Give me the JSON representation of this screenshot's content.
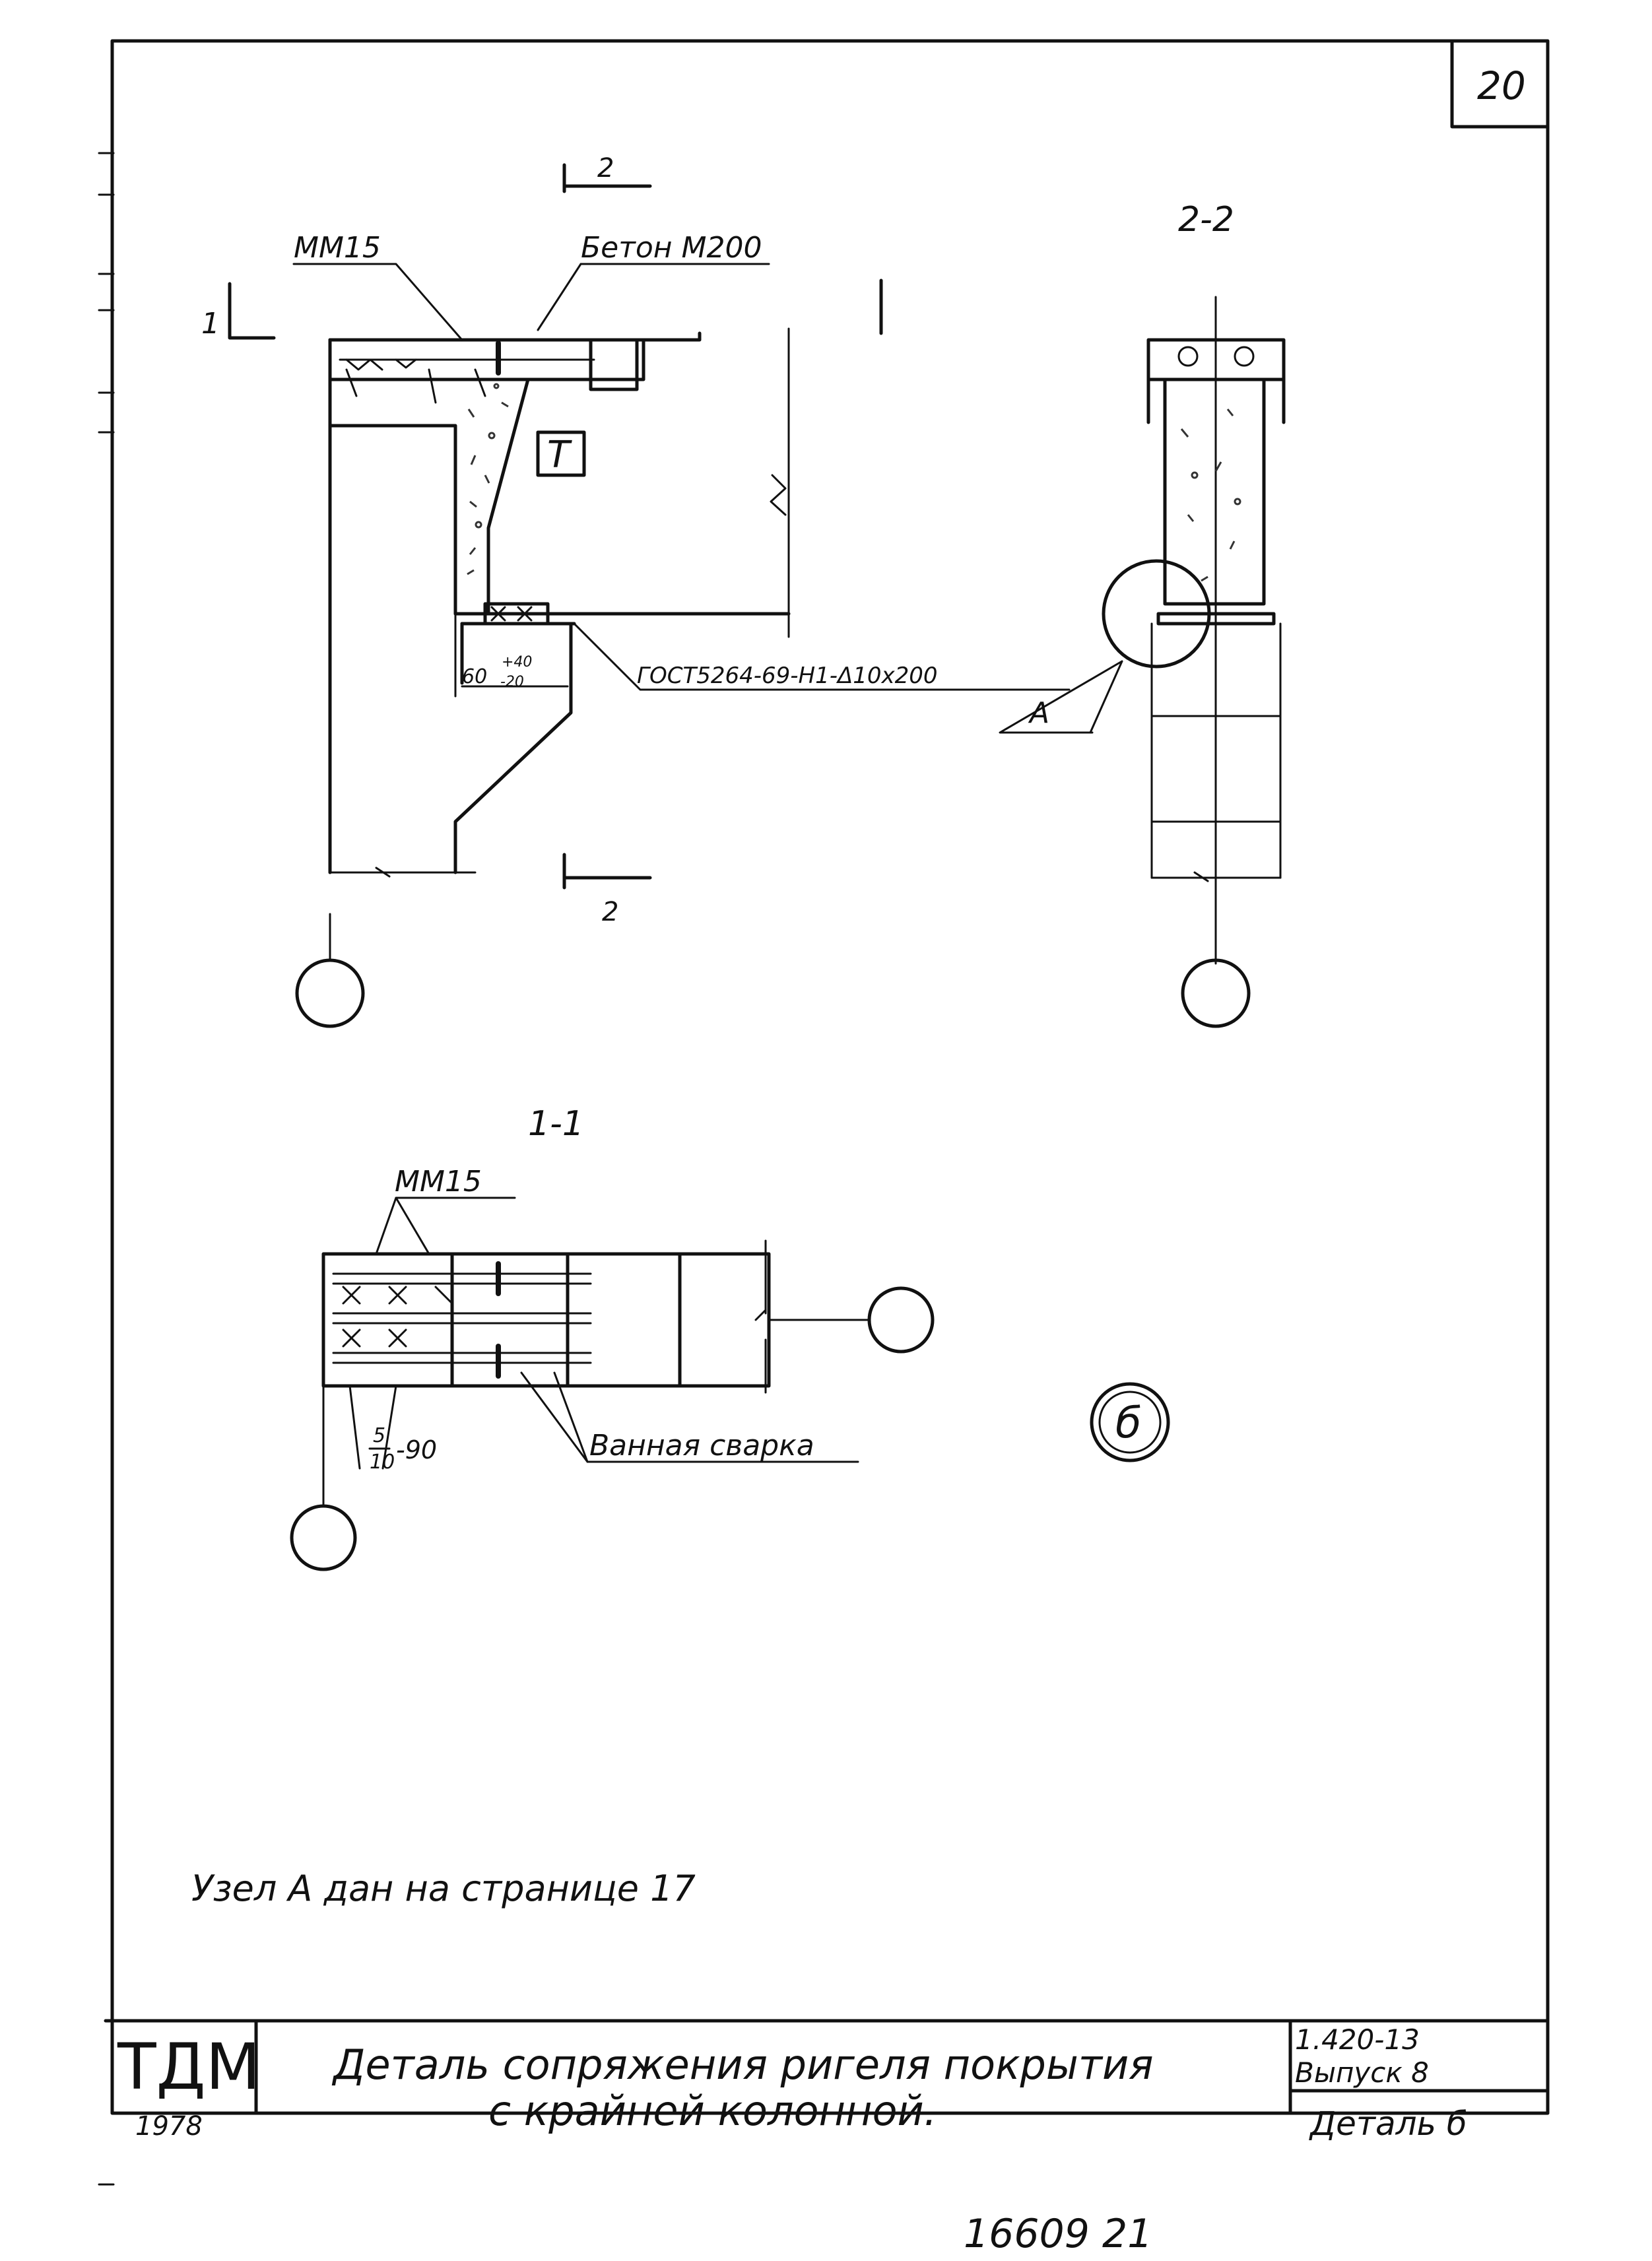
{
  "sheet": {
    "page_number": "20",
    "archive_number": "16609  21"
  },
  "section_labels": {
    "cut_2_top": "2",
    "cut_2_bottom": "2",
    "cut_1_left": "1",
    "view_2_2": "2-2",
    "view_1_1": "1-1"
  },
  "callouts": {
    "mm15_top": "ММ15",
    "concrete": "Бетон М200",
    "gost": "ГОСТ5264-69-Н1-Δ10х200",
    "node_a": "А",
    "dim_60": "60",
    "dim_tol_plus": "+40",
    "dim_tol_minus": "-20",
    "mm15_section": "ММ15",
    "frac_num": "5",
    "frac_den": "10",
    "frac_val": "-90",
    "bath_welding": "Ванная сварка",
    "t_mark": "Т"
  },
  "detail_marker": "б",
  "note": "Узел А дан на странице 17",
  "title_block": {
    "org": "ТДМ",
    "year": "1978",
    "title_line1": "Деталь сопряжения ригеля покрытия",
    "title_line2": "с крайней колонной.",
    "series": "1.420-13",
    "issue": "Выпуск 8",
    "detail": "Деталь б"
  }
}
